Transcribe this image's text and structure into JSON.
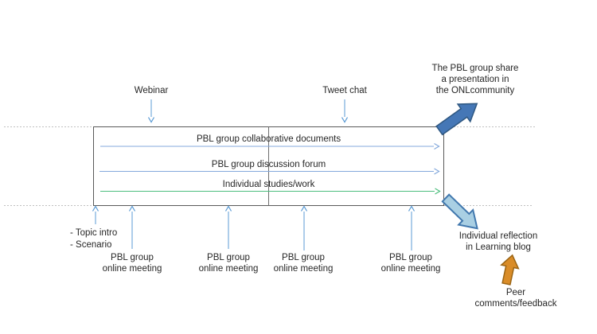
{
  "labels": {
    "webinar": "Webinar",
    "tweet_chat": "Tweet chat"
  },
  "share_note": [
    "The PBL group share",
    "a presentation in",
    "the ONLcommunity"
  ],
  "box_rows": [
    {
      "label": "PBL group collaborative documents"
    },
    {
      "label": "PBL group discussion forum"
    },
    {
      "label": "Individual studies/work"
    }
  ],
  "intro_note": [
    "- Topic intro",
    "- Scenario"
  ],
  "meetings": [
    {
      "line1": "PBL group",
      "line2": "online meeting"
    },
    {
      "line1": "PBL group",
      "line2": "online meeting"
    },
    {
      "line1": "PBL group",
      "line2": "online meeting"
    },
    {
      "line1": "PBL group",
      "line2": "online meeting"
    }
  ],
  "reflection_note": [
    "Individual reflection",
    "in Learning blog"
  ],
  "peer_note": [
    "Peer",
    "comments/feedback"
  ],
  "colors": {
    "thin_arrow_blue": "#5b9bd5",
    "doc_line_blue": "#84a9dc",
    "studies_line_green": "#4dbe7e",
    "share_arrow_fill": "#4577b6",
    "share_arrow_stroke": "#2f5882",
    "reflection_arrow_fill": "#a9cfe3",
    "reflection_arrow_stroke": "#4178ae",
    "peer_arrow_fill": "#d98c28",
    "peer_arrow_stroke": "#9a6414",
    "box_border": "#595959",
    "divider": "#6e6e6e",
    "dotted_line": "#c0c0c0",
    "text": "#262626"
  }
}
